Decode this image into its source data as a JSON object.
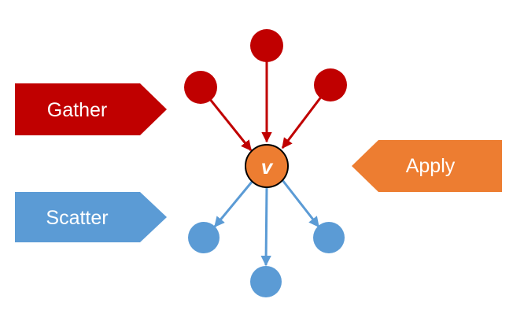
{
  "colors": {
    "gather": "#c00000",
    "scatter": "#5b9bd5",
    "apply": "#ed7d31",
    "vertex_outline": "#000000",
    "label_text": "#ffffff"
  },
  "labels": {
    "gather": "Gather",
    "scatter": "Scatter",
    "apply": "Apply"
  },
  "vertex": {
    "label": "v"
  }
}
